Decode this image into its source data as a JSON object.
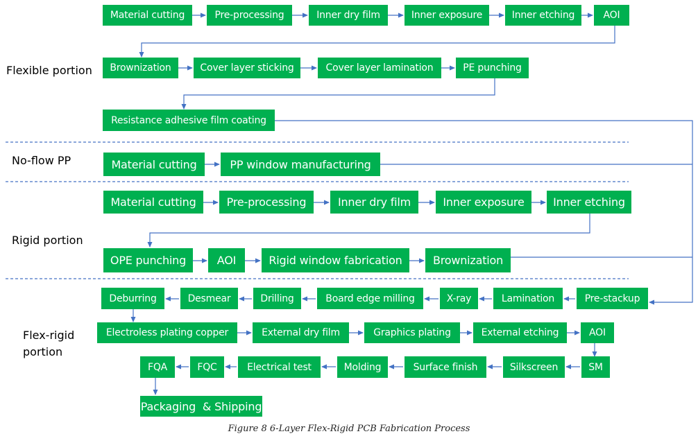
{
  "sections": {
    "flexible": "Flexible portion",
    "noflow": "No-flow PP",
    "rigid": "Rigid portion",
    "flexrigid_1": "Flex-rigid",
    "flexrigid_2": "portion"
  },
  "flexible": {
    "row1": [
      "Material cutting",
      "Pre-processing",
      "Inner dry film",
      "Inner exposure",
      "Inner etching",
      "AOI"
    ],
    "row2": [
      "Brownization",
      "Cover layer sticking",
      "Cover layer lamination",
      "PE punching"
    ],
    "row3": [
      "Resistance adhesive film coating"
    ]
  },
  "noflow": {
    "row1": [
      "Material cutting",
      "PP window manufacturing"
    ]
  },
  "rigid": {
    "row1": [
      "Material cutting",
      "Pre-processing",
      "Inner dry film",
      "Inner exposure",
      "Inner etching"
    ],
    "row2": [
      "OPE punching",
      "AOI",
      "Rigid window fabrication",
      "Brownization"
    ]
  },
  "flexrigid": {
    "row1": [
      "Deburring",
      "Desmear",
      "Drilling",
      "Board edge milling",
      "X-ray",
      "Lamination",
      "Pre-stackup"
    ],
    "row2": [
      "Electroless plating copper",
      "External dry film",
      "Graphics plating",
      "External etching",
      "AOI"
    ],
    "row3": [
      "FQA",
      "FQC",
      "Electrical test",
      "Molding",
      "Surface finish",
      "Silkscreen",
      "SM"
    ],
    "row4": [
      "Packaging  & Shipping"
    ]
  },
  "caption": "Figure 8 6-Layer Flex-Rigid PCB Fabrication Process",
  "colors": {
    "box": "#00b050",
    "box_text": "#ffffff",
    "arrow": "#4472c4",
    "divider": "#4472c4"
  }
}
